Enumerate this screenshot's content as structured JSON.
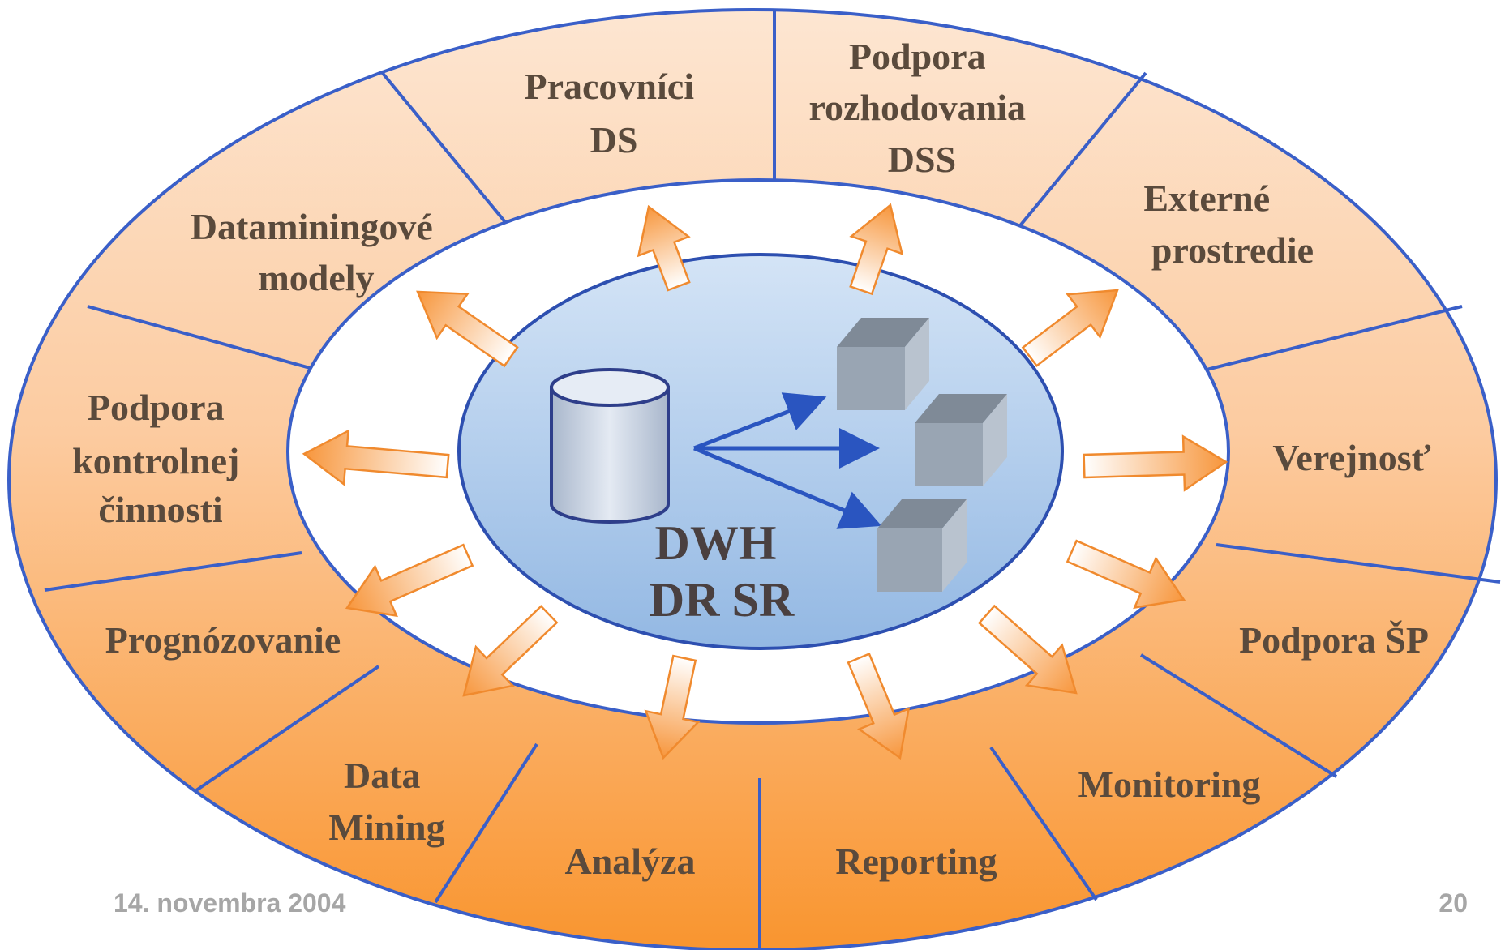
{
  "center": {
    "lines": [
      "DWH",
      "DR SR"
    ]
  },
  "segments": [
    {
      "id": "pracovnici-ds",
      "lines": [
        "Pracovníci",
        "DS"
      ]
    },
    {
      "id": "podpora-rozhodovania-dss",
      "lines": [
        "Podpora",
        "rozhodovania",
        "DSS"
      ]
    },
    {
      "id": "externe-prostredie",
      "lines": [
        "Externé",
        "prostredie"
      ]
    },
    {
      "id": "verejnost",
      "lines": [
        "Verejnosť"
      ]
    },
    {
      "id": "podpora-sp",
      "lines": [
        "Podpora ŠP"
      ]
    },
    {
      "id": "monitoring",
      "lines": [
        "Monitoring"
      ]
    },
    {
      "id": "reporting",
      "lines": [
        "Reporting"
      ]
    },
    {
      "id": "analyza",
      "lines": [
        "Analýza"
      ]
    },
    {
      "id": "data-mining",
      "lines": [
        "Data",
        "Mining"
      ]
    },
    {
      "id": "prognozovanie",
      "lines": [
        "Prognózovanie"
      ]
    },
    {
      "id": "podpora-kontrolnej-cinnosti",
      "lines": [
        "Podpora",
        "kontrolnej",
        "činnosti"
      ]
    },
    {
      "id": "dataminingove-modely",
      "lines": [
        "Dataminingové",
        "modely"
      ]
    }
  ],
  "footer": {
    "date": "14. novembra 2004",
    "page": "20"
  },
  "colors": {
    "ring_top": "#fde4cf",
    "ring_bottom": "#f99a3e",
    "line": "#3a5fc8",
    "core_top": "#cfe0f4",
    "core_bottom": "#98bde6",
    "arrow": "#f7963c"
  }
}
